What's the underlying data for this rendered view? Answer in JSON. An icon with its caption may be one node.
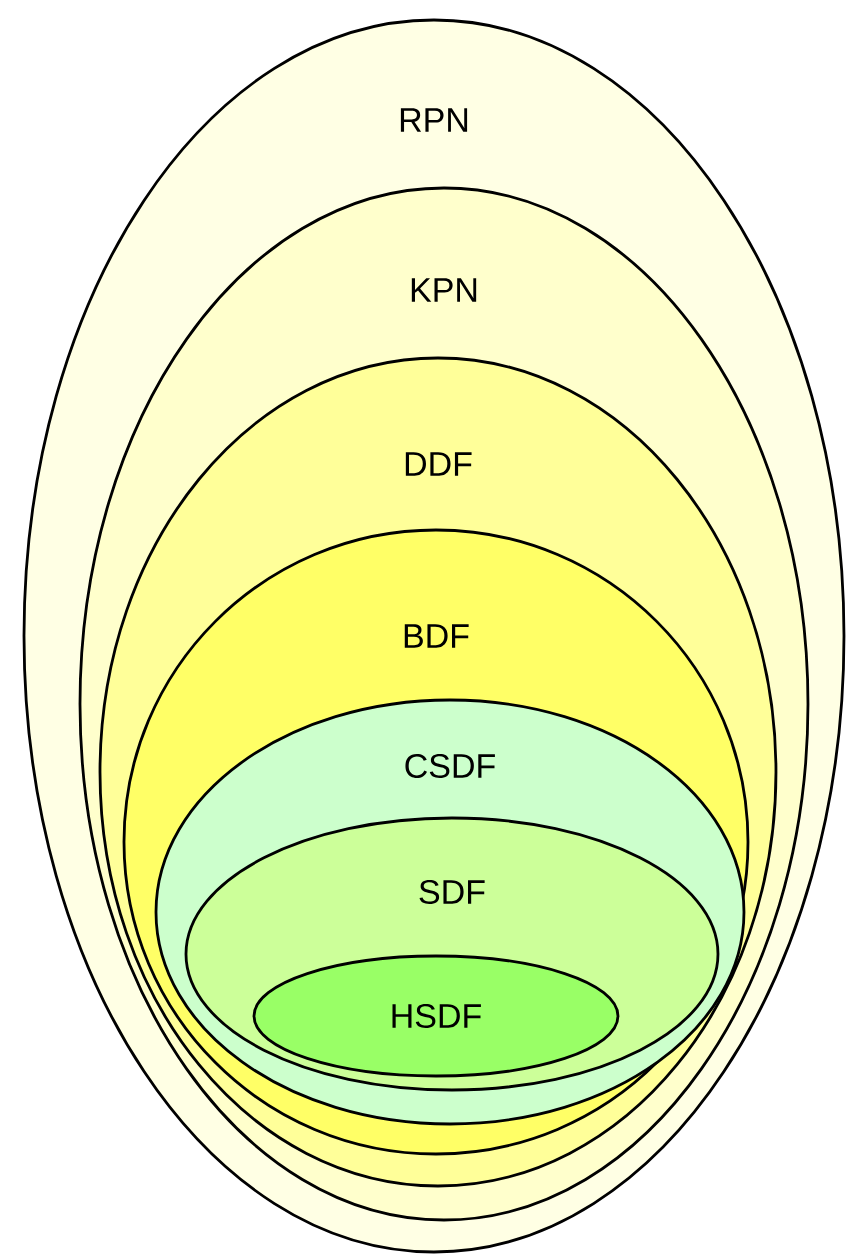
{
  "diagram": {
    "nodes": [
      {
        "text": [
          "RPN"
        ]
      },
      {
        "text": [
          "KPN"
        ],
        "in": 0
      },
      {
        "text": [
          "DDF"
        ],
        "in": 1
      },
      {
        "text": [
          "BDF"
        ],
        "in": 2
      },
      {
        "text": [
          "CSDF"
        ],
        "in": 3
      },
      {
        "text": [
          "SDF"
        ],
        "in": 4
      },
      {
        "text": [
          "HSDF"
        ],
        "in": 5
      }
    ]
  }
}
